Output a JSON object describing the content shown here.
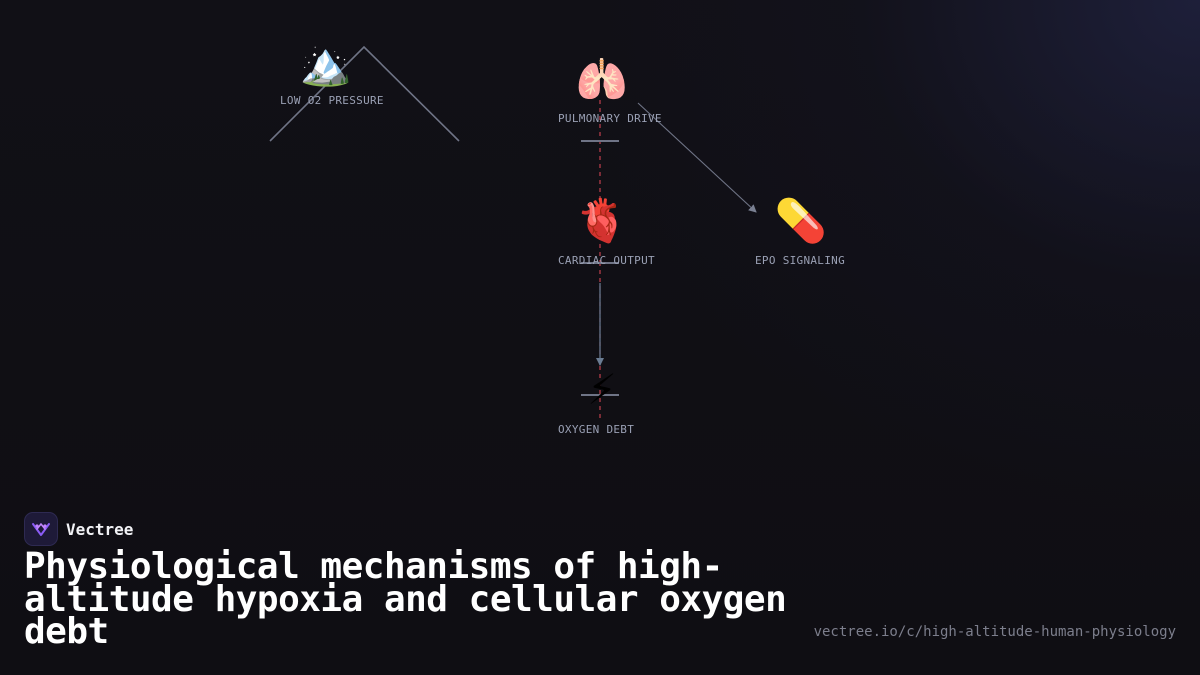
{
  "brand": {
    "name": "Vectree"
  },
  "title": "Physiological mechanisms of high-altitude hypoxia and cellular oxygen debt",
  "url": "vectree.io/c/high-altitude-human-physiology",
  "diagram": {
    "nodes": [
      {
        "id": "low_o2",
        "icon": "mountain-icon",
        "emoji": "🏔️",
        "label": "LOW O2 PRESSURE"
      },
      {
        "id": "pulmonary",
        "icon": "lungs-icon",
        "emoji": "🫁",
        "label": "PULMONARY DRIVE"
      },
      {
        "id": "cardiac",
        "icon": "heart-icon",
        "emoji": "🫀",
        "label": "CARDIAC OUTPUT"
      },
      {
        "id": "epo",
        "icon": "pill-icon",
        "emoji": "💊",
        "label": "EPO SIGNALING"
      },
      {
        "id": "oxygen_debt",
        "icon": "lightning-icon",
        "emoji": "⚡",
        "label": "OXYGEN DEBT"
      }
    ],
    "edges": [
      {
        "from": "pulmonary",
        "to": "cardiac",
        "style": "dashed",
        "color": "#c0404e"
      },
      {
        "from": "cardiac",
        "to": "oxygen_debt",
        "style": "dashed",
        "color": "#c0404e"
      },
      {
        "from": "cardiac",
        "to": "oxygen_debt",
        "style": "solid-arrow",
        "color": "#5f6f84"
      },
      {
        "from": "pulmonary",
        "to": "epo",
        "style": "solid-arrow",
        "color": "#6f7486"
      }
    ],
    "colors": {
      "background": "#111016",
      "line": "#6f7486",
      "dashed": "#c0404e",
      "label": "#9aa0b4"
    }
  }
}
